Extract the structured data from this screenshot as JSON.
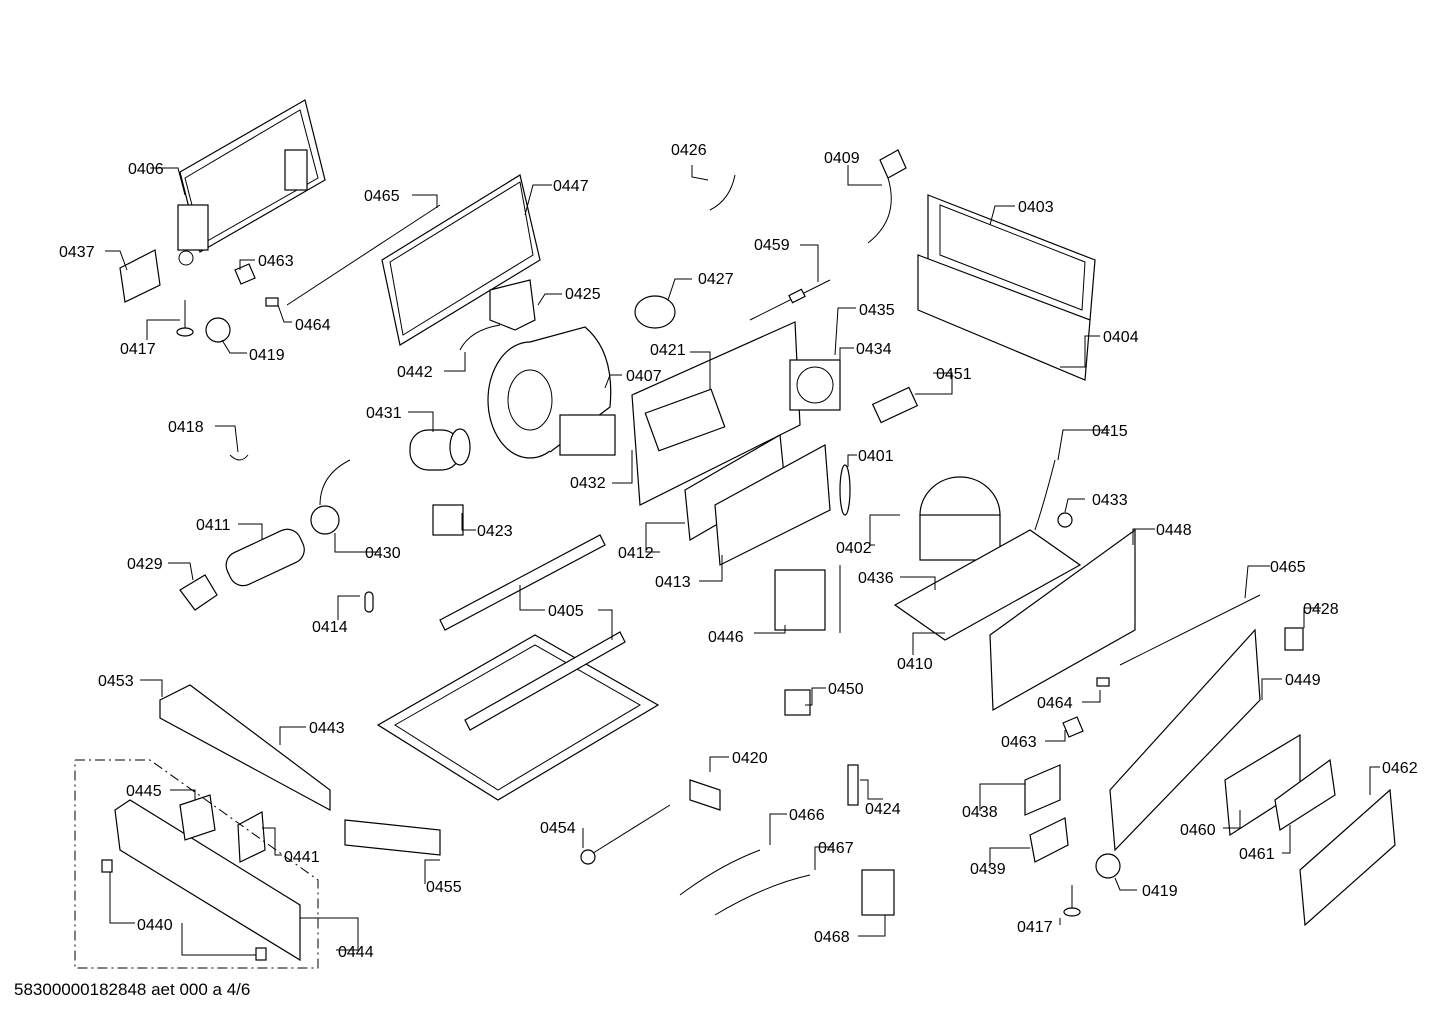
{
  "diagram": {
    "labels": {
      "l0406": "0406",
      "l0437": "0437",
      "l0463a": "0463",
      "l0465a": "0465",
      "l0447": "0447",
      "l0464a": "0464",
      "l0417a": "0417",
      "l0419a": "0419",
      "l0442": "0442",
      "l0425": "0425",
      "l0426": "0426",
      "l0409": "0409",
      "l0403": "0403",
      "l0459": "0459",
      "l0427": "0427",
      "l0435": "0435",
      "l0421": "0421",
      "l0407": "0407",
      "l0434": "0434",
      "l0404": "0404",
      "l0451": "0451",
      "l0418": "0418",
      "l0431": "0431",
      "l0432": "0432",
      "l0415": "0415",
      "l0401": "0401",
      "l0433": "0433",
      "l0411": "0411",
      "l0423": "0423",
      "l0430": "0430",
      "l0412": "0412",
      "l0402": "0402",
      "l0448": "0448",
      "l0429": "0429",
      "l0413": "0413",
      "l0436": "0436",
      "l0465b": "0465",
      "l0405": "0405",
      "l0414": "0414",
      "l0446": "0446",
      "l0428": "0428",
      "l0410": "0410",
      "l0453": "0453",
      "l0450": "0450",
      "l0449": "0449",
      "l0464b": "0464",
      "l0443": "0443",
      "l0463b": "0463",
      "l0420": "0420",
      "l0445": "0445",
      "l0462": "0462",
      "l0424": "0424",
      "l0438": "0438",
      "l0466": "0466",
      "l0454": "0454",
      "l0441": "0441",
      "l0460": "0460",
      "l0461": "0461",
      "l0467": "0467",
      "l0439": "0439",
      "l0455": "0455",
      "l0419b": "0419",
      "l0440": "0440",
      "l0468": "0468",
      "l0417b": "0417",
      "l0444": "0444"
    },
    "footer": "58300000182848 aet 000 a 4/6"
  }
}
